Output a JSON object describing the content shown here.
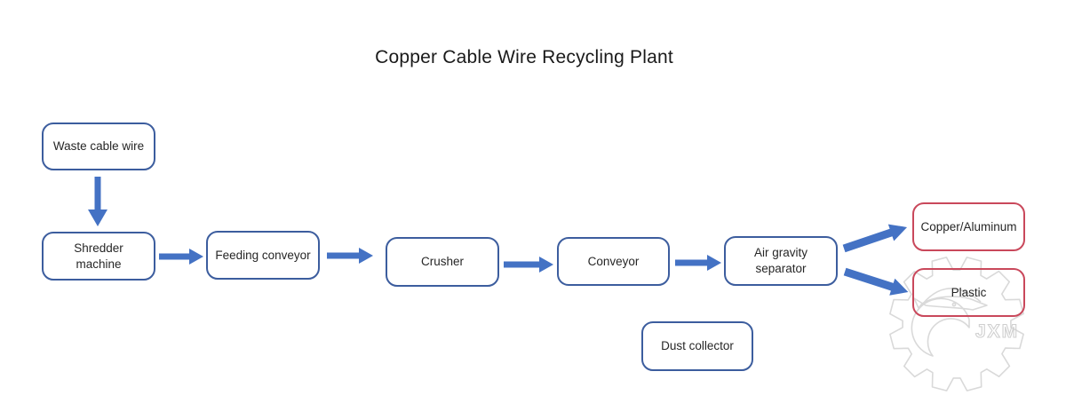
{
  "title": "Copper Cable Wire Recycling Plant",
  "nodes": [
    {
      "label": "Waste cable wire",
      "variant": "blue"
    },
    {
      "label": "Shredder machine",
      "variant": "blue"
    },
    {
      "label": "Feeding conveyor",
      "variant": "blue"
    },
    {
      "label": "Crusher",
      "variant": "blue"
    },
    {
      "label": "Conveyor",
      "variant": "blue"
    },
    {
      "label": "Air gravity separator",
      "variant": "blue"
    },
    {
      "label": "Copper/Aluminum",
      "variant": "red"
    },
    {
      "label": "Plastic",
      "variant": "red"
    },
    {
      "label": "Dust collector",
      "variant": "blue"
    }
  ],
  "watermark": {
    "logo_text": "JXM"
  },
  "colors": {
    "box_border_blue": "#3C5D9E",
    "box_border_red": "#C9485B",
    "arrow_blue": "#4472C4",
    "text": "#262626",
    "watermark_gray": "#D9D9D9"
  }
}
